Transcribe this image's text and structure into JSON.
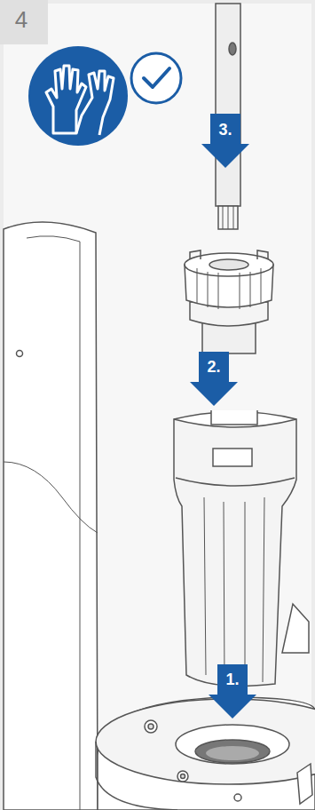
{
  "diagram": {
    "labels": [
      "4",
      "3.",
      "2.",
      "1."
    ]
  }
}
